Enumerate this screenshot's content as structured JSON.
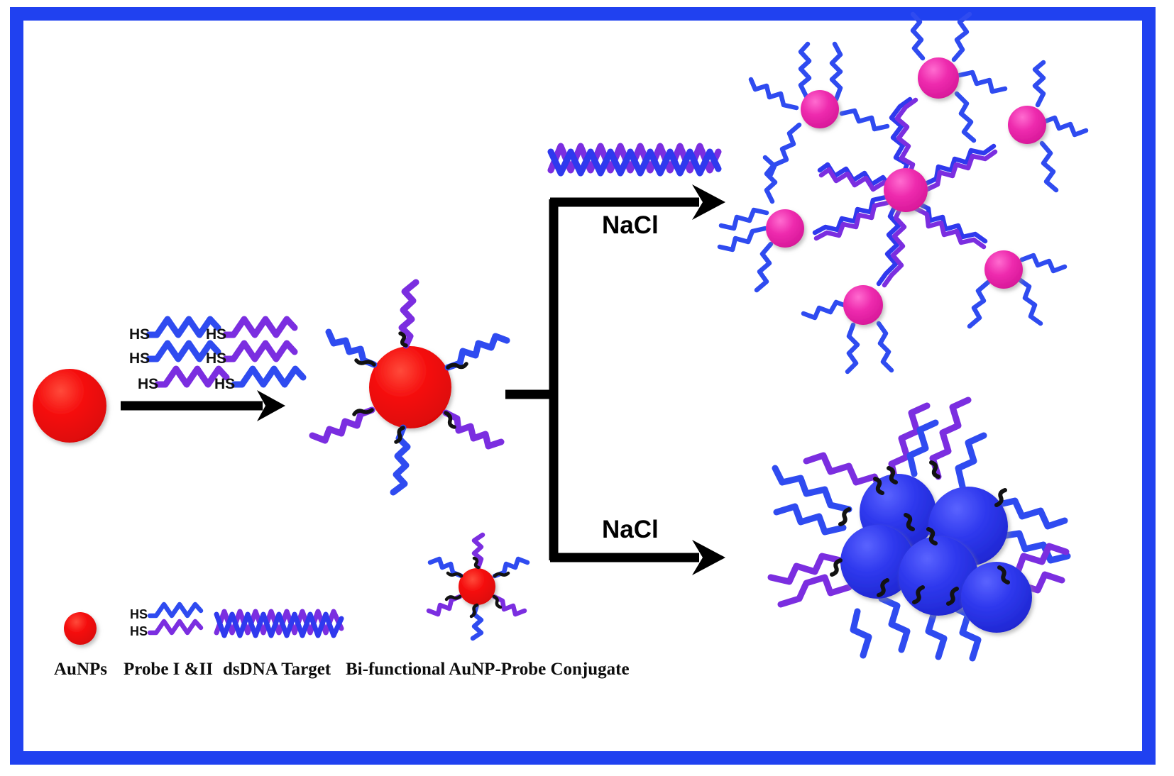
{
  "figure": {
    "type": "scheme",
    "title": "",
    "border_color": "#2041F0",
    "background": "#ffffff"
  },
  "colors": {
    "aunp_red": "#F20B0B",
    "aggregate_magenta": "#EE2BAE",
    "dispersed_blue": "#2F39EE",
    "probe_blue": "#2F4BF0",
    "probe_purple": "#7B2EE0",
    "linker_black": "#121212",
    "arrow_black": "#000000",
    "frame_blue": "#2041F0"
  },
  "reaction_labels": [
    {
      "id": "nacl-top",
      "text": "NaCl"
    },
    {
      "id": "nacl-bottom",
      "text": "NaCl"
    }
  ],
  "thiol_labels": [
    {
      "text": "HS"
    },
    {
      "text": "HS"
    },
    {
      "text": "HS"
    },
    {
      "text": "HS"
    },
    {
      "text": "HS"
    },
    {
      "text": "HS"
    }
  ],
  "legend": {
    "items": [
      {
        "id": "aunps",
        "label": "AuNPs",
        "glyph": "red-sphere"
      },
      {
        "id": "probes",
        "label": "Probe I &II",
        "glyph": "hs-zigzag-pair"
      },
      {
        "id": "dsdna",
        "label": "dsDNA Target",
        "glyph": "double-helix"
      },
      {
        "id": "conjugate",
        "label": "Bi-functional AuNP-Probe Conjugate",
        "glyph": "aunp-probe-star"
      }
    ]
  },
  "panels": [
    {
      "id": "reactant-aunp",
      "name": "bare gold nanoparticle",
      "particle_color": "#F20B0B",
      "particle_count": 1
    },
    {
      "id": "probe-mixture",
      "name": "thiolated probe I and II mixture",
      "probe_count": 6,
      "probe_colors": [
        "#2F4BF0",
        "#7B2EE0",
        "#7B2EE0",
        "#2F4BF0",
        "#7B2EE0",
        "#2F4BF0"
      ]
    },
    {
      "id": "conjugate",
      "name": "bi-functional AuNP-probe conjugate",
      "particle_color": "#F20B0B",
      "arm_count": 6
    },
    {
      "id": "dsdna-target",
      "name": "dsDNA target duplex",
      "strand_colors": [
        "#2F39EE",
        "#7B2EE0"
      ]
    },
    {
      "id": "aggregated-network",
      "name": "cross-linked aggregated nanoparticle network",
      "particle_color": "#EE2BAE",
      "particle_count": 7
    },
    {
      "id": "dispersed-cluster",
      "name": "salt induced clustered nanoparticles",
      "particle_color": "#2F39EE",
      "particle_count": 6
    }
  ]
}
